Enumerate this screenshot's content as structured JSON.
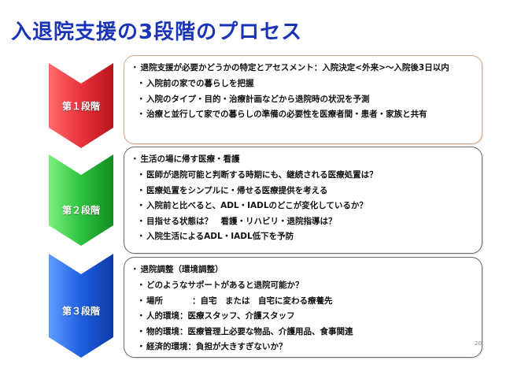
{
  "title": "入退院支援の3段階のプロセス",
  "colors": {
    "title": "#1a34b8",
    "stage1": "#e8323c",
    "stage2": "#2cc23e",
    "stage3": "#1e5fe0"
  },
  "stages": [
    {
      "label": "第１段階",
      "heading": "退院支援が必要かどうかの特定とアセスメント：入院決定<外来>～入院後3日以内",
      "items": [
        "入院前の家での暮らしを把握",
        "入院のタイプ・目的・治療計画などから退院時の状況を予測",
        "治療と並行して家での暮らしの準備の必要性を医療者間・患者・家族と共有"
      ]
    },
    {
      "label": "第２段階",
      "heading": "生活の場に帰す医療・看護",
      "items": [
        "医師が退院可能と判断する時期にも、継続される医療処置は？",
        "医療処置をシンプルに・帰せる医療提供を考える",
        "入院前と比べると、ADL・IADLのどこが変化しているか？",
        "目指せる状態は？　看護・リハビリ・退院指導は？",
        "入院生活によるADL・IADL低下を予防"
      ]
    },
    {
      "label": "第３段階",
      "heading": "退院調整（環境調整）",
      "items": [
        {
          "key": "",
          "value": "どのようなサポートがあると退院可能か？"
        },
        {
          "key": "場所",
          "value": "：自宅　または　自宅に変わる療養先"
        },
        {
          "key": "人的環境",
          "value": "：医療スタッフ、介護スタッフ"
        },
        {
          "key": "物的環境",
          "value": "：医療管理上必要な物品、介護用品、食事関連"
        },
        {
          "key": "経済的環境",
          "value": "：負担が大きすぎないか？"
        }
      ]
    }
  ],
  "page_number": "20"
}
